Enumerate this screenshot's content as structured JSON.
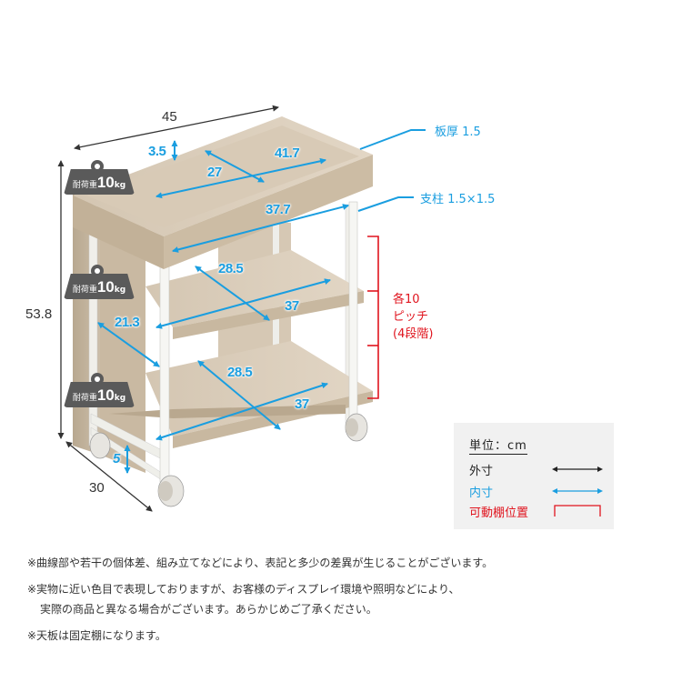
{
  "dimensions": {
    "outer": {
      "width": "45",
      "height": "53.8",
      "depth": "30"
    },
    "inner": {
      "top_tray_depth_edge": "3.5",
      "top_tray_width": "41.7",
      "top_tray_depth": "27",
      "under_top_width": "37.7",
      "shelf1_depth": "28.5",
      "shelf1_width": "37",
      "side_depth": "21.3",
      "shelf2_depth": "28.5",
      "shelf2_width": "37",
      "floor_clearance": "5"
    }
  },
  "callouts": {
    "board_thickness": "板厚 1.5",
    "pillar": "支柱 1.5×1.5"
  },
  "adjustable": {
    "line1": "各10",
    "line2": "ピッチ",
    "line3": "(4段階)"
  },
  "load_badges": [
    {
      "label": "耐荷重",
      "value": "10",
      "unit": "kg"
    },
    {
      "label": "耐荷重",
      "value": "10",
      "unit": "kg"
    },
    {
      "label": "耐荷重",
      "value": "10",
      "unit": "kg"
    }
  ],
  "legend": {
    "unit": "単位：cm",
    "items": [
      {
        "label": "外寸",
        "type": "outer-dimension",
        "color": "#222222"
      },
      {
        "label": "内寸",
        "type": "inner-dimension",
        "color": "#1a9ee0"
      },
      {
        "label": "可動棚位置",
        "type": "adjustable-shelf",
        "color": "#e0141e"
      }
    ]
  },
  "notes": [
    "※曲線部や若干の個体差、組み立てなどにより、表記と多少の差異が生じることがございます。",
    "※実物に近い色目で表現しておりますが、お客様のディスプレイ環境や照明などにより、",
    "実際の商品と異なる場合がございます。あらかじめご了承ください。",
    "※天板は固定棚になります。"
  ],
  "colors": {
    "inner_dimension": "#1a9ee0",
    "outer_dimension": "#333333",
    "adjustable": "#e0141e",
    "wood": "#d9cbb8",
    "frame": "#f4f4f2",
    "badge": "#5a5a5a"
  }
}
